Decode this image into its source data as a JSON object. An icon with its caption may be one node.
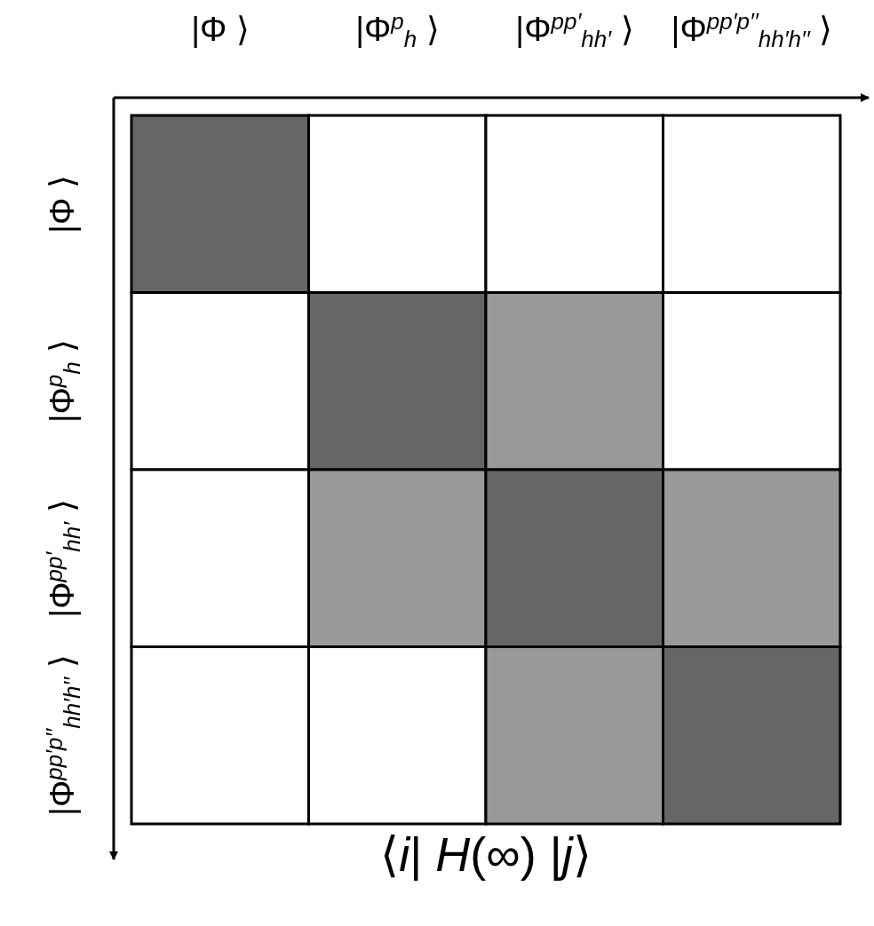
{
  "diagram": {
    "caption": "⟨*i*| *H*(∞) |*j*⟩",
    "labels": [
      "|Φ ⟩",
      "|Φ$^{p}$$_{h}$ ⟩",
      "|Φ$^{pp′}$$_{hh′}$ ⟩",
      "|Φ$^{pp′p′′}$$_{hh′h′′}$ ⟩",
      "|Φ ⟩",
      "|Φ$^{p}$$_{h}$ ⟩",
      "|Φ$^{pp′}$$_{hh′}$ ⟩",
      "|Φ$^{pp′p′′}$$_{hh′h′′}$ ⟩"
    ]
  }
}
